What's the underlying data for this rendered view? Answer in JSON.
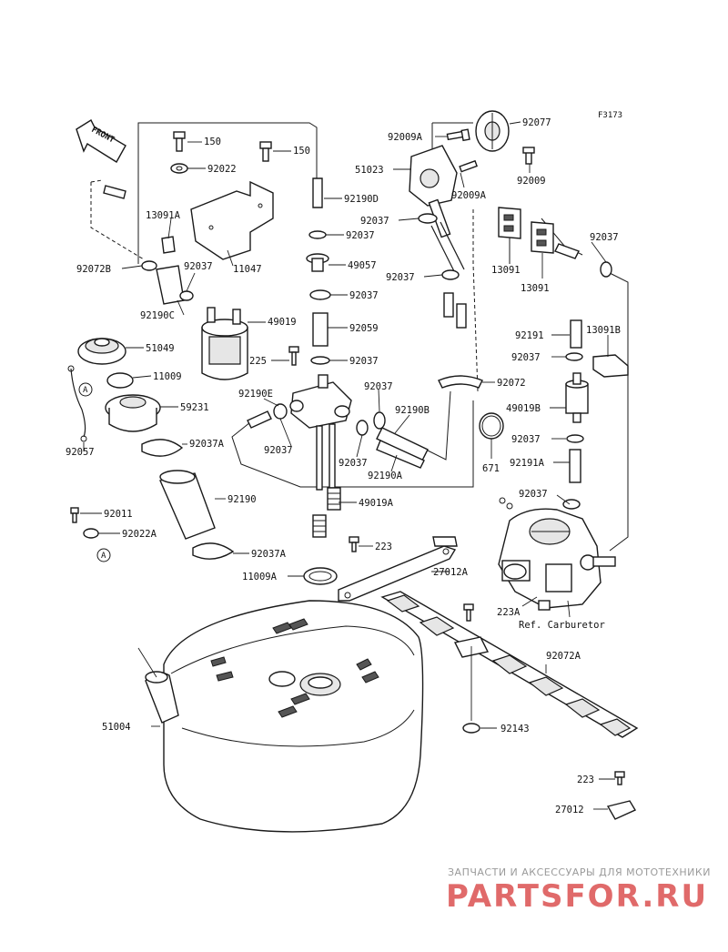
{
  "diagram_code": "F3173",
  "front_arrow_text": "FRONT",
  "callouts": {
    "c150a": "150",
    "c150b": "150",
    "c92022": "92022",
    "c13091A": "13091A",
    "c92072B": "92072B",
    "c92037a": "92037",
    "c11047": "11047",
    "c92190C": "92190C",
    "c49019": "49019",
    "c51049": "51049",
    "c11009": "11009",
    "c59231": "59231",
    "c92057": "92057",
    "c92037A_a": "92037A",
    "c92190": "92190",
    "c92011": "92011",
    "c92022A": "92022A",
    "c92037A_b": "92037A",
    "c11009A": "11009A",
    "c51004": "51004",
    "c92190D": "92190D",
    "c92037b": "92037",
    "c49057": "49057",
    "c92037c": "92037",
    "c92059": "92059",
    "c92037d": "92037",
    "c225": "225",
    "c92190E": "92190E",
    "c92037e": "92037",
    "c92037f": "92037",
    "c92190B": "92190B",
    "c92037g": "92037",
    "c92190A": "92190A",
    "c49019A": "49019A",
    "c223a": "223",
    "c27012A": "27012A",
    "c92009A_a": "92009A",
    "c51023": "51023",
    "c92009A_b": "92009A",
    "c92037h": "92037",
    "c92037i": "92037",
    "c92072": "92072",
    "c671": "671",
    "c92077": "92077",
    "c92009": "92009",
    "c13091a": "13091",
    "c13091b": "13091",
    "c92037j": "92037",
    "c92191": "92191",
    "c13091B": "13091B",
    "c92037k": "92037",
    "c49019B": "49019B",
    "c92037l": "92037",
    "c92191A": "92191A",
    "c92037m": "92037",
    "c223A": "223A",
    "cRefCarb": "Ref. Carburetor",
    "c92072A": "92072A",
    "c92143": "92143",
    "c223b": "223",
    "c27012": "27012",
    "cA1": "A",
    "cA2": "A"
  },
  "watermark": {
    "tagline": "ЗАПЧАСТИ И АКСЕССУАРЫ ДЛЯ МОТОТЕХНИКИ",
    "brand": "PARTSFOR.RU",
    "color": "#e06a6a"
  }
}
